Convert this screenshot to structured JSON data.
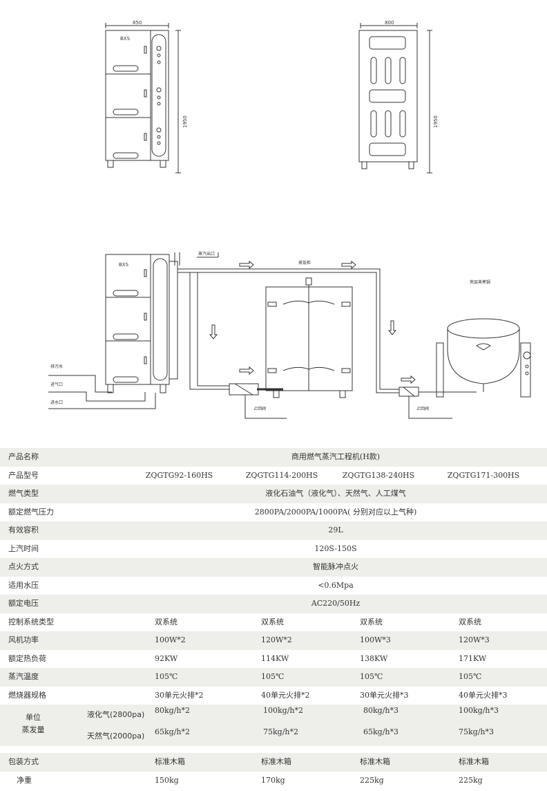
{
  "drawing": {
    "front": {
      "width_label": "850",
      "height_label": "1950",
      "brand": "BXS"
    },
    "side": {
      "width_label": "800",
      "height_label": "1950"
    },
    "install": {
      "brand": "BXS",
      "steam_outlet": "蒸汽出口",
      "steam_cabinet": "蒸饭柜",
      "jacketed_kettle": "夹层蒸煮锅",
      "check_valve_1": "止回阀",
      "check_valve_2": "止回阀",
      "drain": "排污水",
      "gas_inlet": "进气口",
      "water_inlet": "进水口"
    }
  },
  "spec": {
    "rows": [
      {
        "label": "产品名称",
        "value": "商用燃气蒸汽工程机(H款)"
      },
      {
        "label": "产品型号",
        "models": [
          "ZQGTG92-160HS",
          "ZQGTG114-200HS",
          "ZQGTG138-240HS",
          "ZQGTG171-300HS"
        ]
      },
      {
        "label": "燃气类型",
        "value": "液化石油气（液化气）、天然气、人工煤气"
      },
      {
        "label": "额定燃气压力",
        "value": "2800PA/2000PA/1000PA( 分别对应以上气种)"
      },
      {
        "label": "有效容积",
        "value": "29L"
      },
      {
        "label": "上汽时间",
        "value": "120S-150S"
      },
      {
        "label": "点火方式",
        "value": "智能脉冲点火"
      },
      {
        "label": "适用水压",
        "value": "<0.6Mpa"
      },
      {
        "label": "额定电压",
        "value": "AC220/50Hz"
      },
      {
        "label": "控制系统类型",
        "cols": [
          "双系统",
          "双系统",
          "双系统",
          "双系统"
        ]
      },
      {
        "label": "风机功率",
        "cols": [
          "100W*2",
          "120W*2",
          "100W*3",
          "120W*3"
        ]
      },
      {
        "label": "额定热负荷",
        "cols": [
          "92KW",
          "114KW",
          "138KW",
          "171KW"
        ]
      },
      {
        "label": "蒸汽温度",
        "cols": [
          "105℃",
          "105℃",
          "105℃",
          "105℃"
        ]
      },
      {
        "label": "燃烧器规格",
        "cols": [
          "30单元火排*2",
          "40单元火排*2",
          "30单元火排*3",
          "40单元火排*3"
        ]
      }
    ],
    "steam": {
      "label_line1": "单位",
      "label_line2": "蒸发量",
      "lpg_label": "液化气(2800pa)",
      "lpg": [
        "80kg/h*2",
        "100kg/h*2",
        "80kg/h*3",
        "100kg/h*3"
      ],
      "ng_label": "天然气(2000pa)",
      "ng": [
        "65kg/h*2",
        "75kg/h*2",
        "65kg/h*3",
        "75kg/h*3"
      ]
    },
    "packing": {
      "label": "包装方式",
      "cols": [
        "标准木箱",
        "标准木箱",
        "标准木箱",
        "标准木箱"
      ]
    },
    "weight": {
      "label": "净重",
      "cols": [
        "150kg",
        "170kg",
        "225kg",
        "225kg"
      ]
    }
  }
}
